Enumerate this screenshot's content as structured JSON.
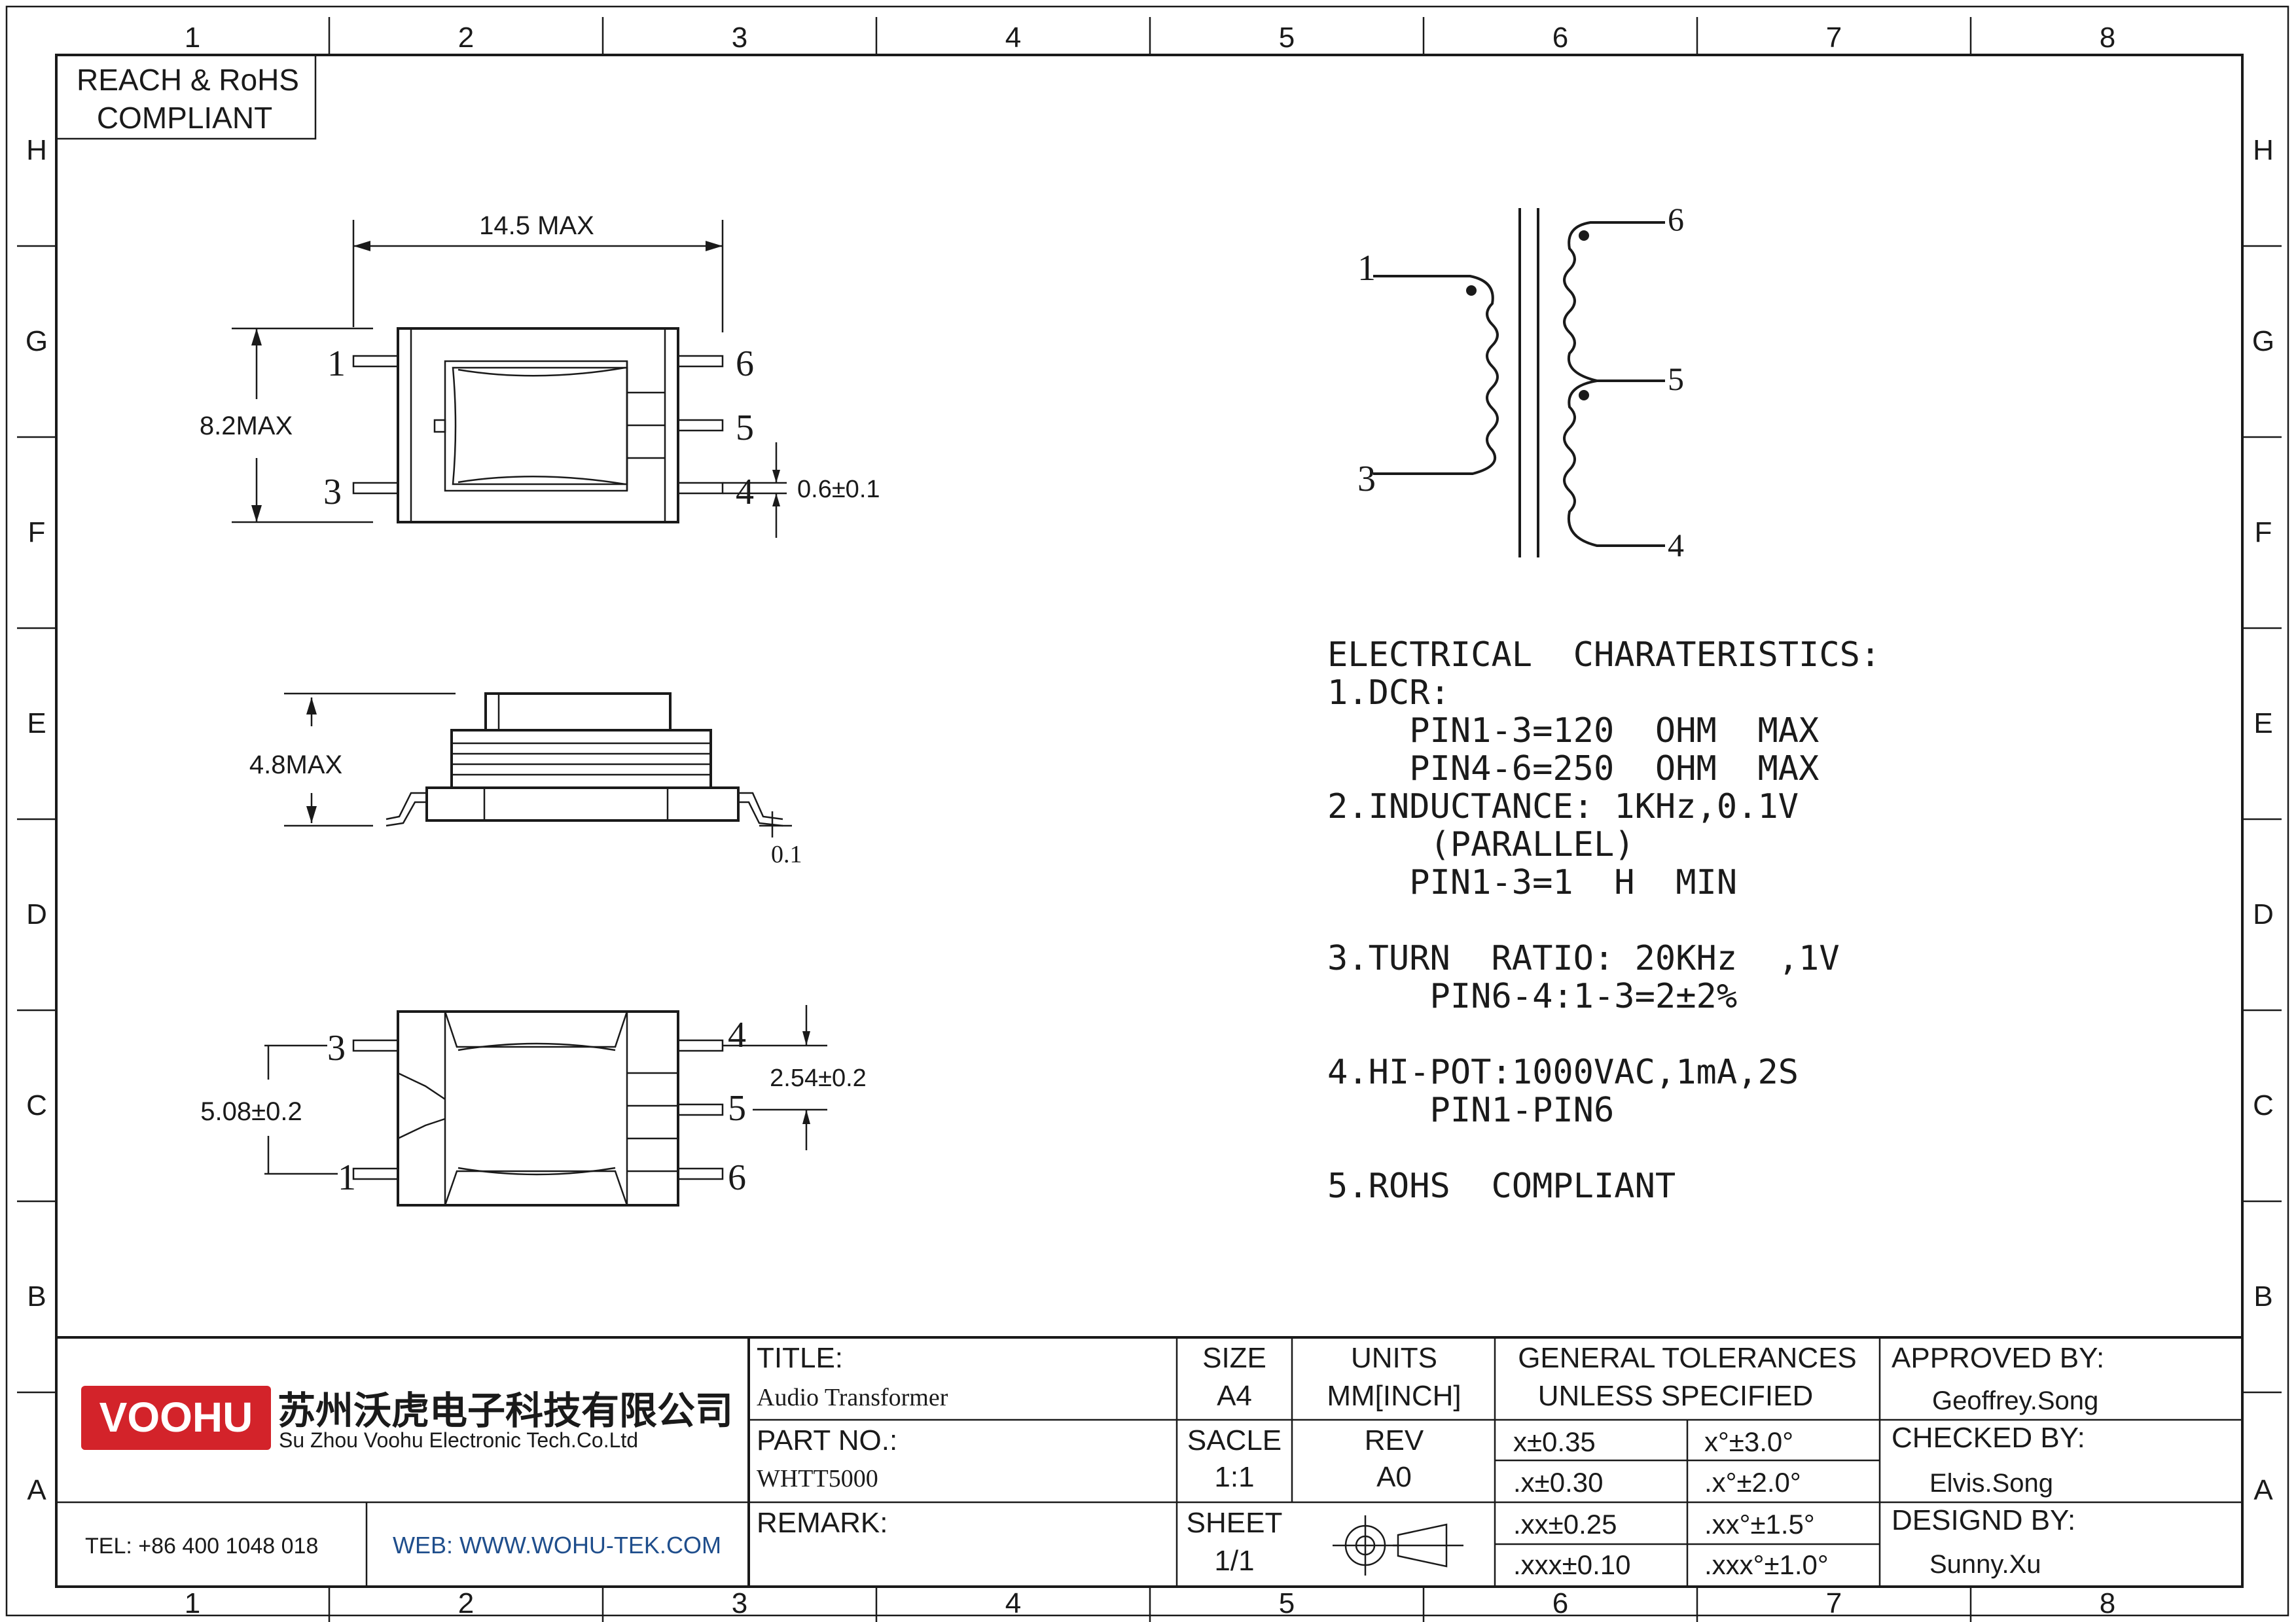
{
  "frame": {
    "col_labels": [
      "1",
      "2",
      "3",
      "4",
      "5",
      "6",
      "7",
      "8"
    ],
    "row_labels": [
      "H",
      "G",
      "F",
      "E",
      "D",
      "C",
      "B",
      "A"
    ]
  },
  "compliance_box": {
    "line1": "REACH & RoHS",
    "line2": "COMPLIANT"
  },
  "top_view": {
    "width_dim": "14.5  MAX",
    "height_dim": "8.2MAX",
    "pin_thk_dim": "0.6±0.1",
    "pins_left": [
      "1",
      "3"
    ],
    "pins_right": [
      "6",
      "5",
      "4"
    ]
  },
  "side_view": {
    "height_dim": "4.8MAX",
    "standoff_dim": "0.1"
  },
  "bottom_view": {
    "pitch_left": "5.08±0.2",
    "pitch_right": "2.54±0.2",
    "pins_left": [
      "3",
      "1"
    ],
    "pins_right": [
      "4",
      "5",
      "6"
    ]
  },
  "schematic": {
    "pins": [
      "1",
      "3",
      "6",
      "5",
      "4"
    ]
  },
  "electrical": {
    "heading": "ELECTRICAL  CHARATERISTICS:",
    "lines": [
      "1.DCR:",
      "    PIN1-3=120  OHM  MAX",
      "    PIN4-6=250  OHM  MAX",
      "2.INDUCTANCE: 1KHz,0.1V",
      "     (PARALLEL)",
      "    PIN1-3=1  H  MIN",
      "",
      "3.TURN  RATIO: 20KHz  ,1V",
      "     PIN6-4:1-3=2±2%",
      "",
      "4.HI-POT:1000VAC,1mA,2S",
      "     PIN1-PIN6",
      "",
      "5.ROHS  COMPLIANT"
    ]
  },
  "title_block": {
    "logo": "VOOHU",
    "company_cn": "苏州沃虎电子科技有限公司",
    "company_en": "Su Zhou Voohu Electronic Tech.Co.Ltd",
    "tel": "TEL: +86 400 1048 018",
    "web": "WEB: WWW.WOHU-TEK.COM",
    "title_label": "TITLE:",
    "title_value": "Audio Transformer",
    "part_label": "PART NO.:",
    "part_value": "WHTT5000",
    "remark_label": "REMARK:",
    "size_label": "SIZE",
    "size_value": "A4",
    "units_label": "UNITS",
    "units_value": "MM[INCH]",
    "scale_label": "SACLE",
    "scale_value": "1:1",
    "rev_label": "REV",
    "rev_value": "A0",
    "sheet_label": "SHEET",
    "sheet_value": "1/1",
    "tol_title1": "GENERAL TOLERANCES",
    "tol_title2": "UNLESS SPECIFIED",
    "tolerances": [
      [
        "x±0.35",
        "x°±3.0°"
      ],
      [
        ".x±0.30",
        ".x°±2.0°"
      ],
      [
        ".xx±0.25",
        ".xx°±1.5°"
      ],
      [
        ".xxx±0.10",
        ".xxx°±1.0°"
      ]
    ],
    "approved_label": "APPROVED BY:",
    "approved_value": "Geoffrey.Song",
    "checked_label": "CHECKED BY:",
    "checked_value": "Elvis.Song",
    "design_label": "DESIGND BY:",
    "design_value": "Sunny.Xu"
  }
}
